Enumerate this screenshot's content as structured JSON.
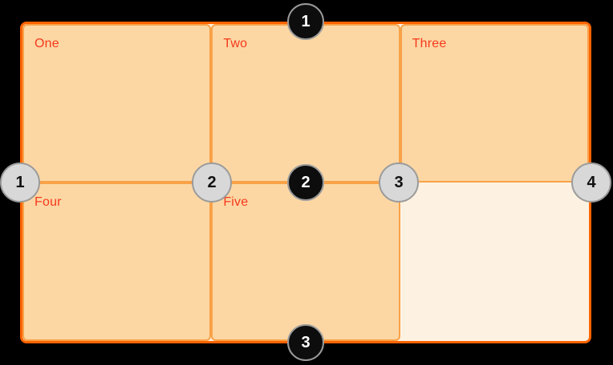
{
  "diagram": {
    "description": "CSS grid line-numbering illustration: a 3-column by 2-row grid with five named items and one empty cell; black badges number the horizontal (row) grid lines 1-3 and gray badges number the vertical (column) grid lines 1-4",
    "background_color": "#000000",
    "grid": {
      "columns": 3,
      "rows": 2,
      "container_border_color": "#ff6300",
      "cell_fill_color": "#fcd7a4",
      "cell_border_color": "#f9a248",
      "empty_cell_fill_color": "#fdf2e2",
      "label_color": "#f6391c",
      "cells": [
        {
          "label": "One",
          "filled": true
        },
        {
          "label": "Two",
          "filled": true
        },
        {
          "label": "Three",
          "filled": true
        },
        {
          "label": "Four",
          "filled": true
        },
        {
          "label": "Five",
          "filled": true
        },
        {
          "label": "",
          "filled": false
        }
      ]
    },
    "row_line_badges": [
      {
        "number": "1"
      },
      {
        "number": "2"
      },
      {
        "number": "3"
      }
    ],
    "column_line_badges": [
      {
        "number": "1"
      },
      {
        "number": "2"
      },
      {
        "number": "3"
      },
      {
        "number": "4"
      }
    ],
    "badge_colors": {
      "row_badge_fill": "#0d0d0d",
      "row_badge_text": "#ffffff",
      "column_badge_fill": "#d8d8d8",
      "column_badge_text": "#111111",
      "badge_border": "#9b9b9b"
    }
  }
}
